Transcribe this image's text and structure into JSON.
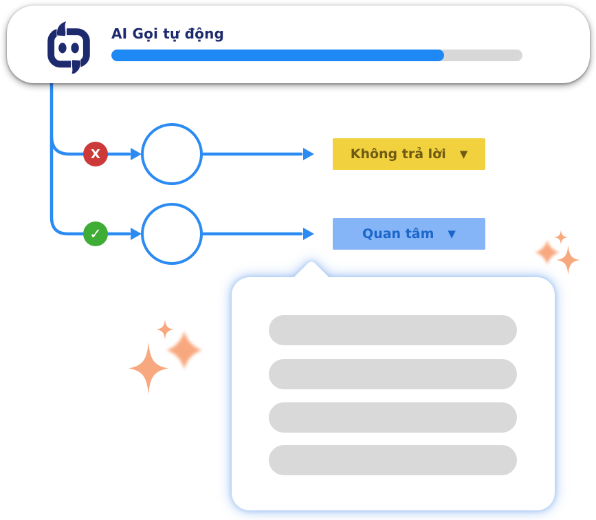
{
  "header": {
    "title": "AI Gọi tự động",
    "progress_percent": 81
  },
  "flow": {
    "rows": [
      {
        "badge": "x-icon",
        "badge_glyph": "X",
        "label": "Không trả lời",
        "dropdown_glyph": "▼"
      },
      {
        "badge": "check-icon",
        "badge_glyph": "✓",
        "label": "Quan tâm",
        "dropdown_glyph": "▼"
      }
    ]
  },
  "tooltip": {
    "placeholder_bar_count": 4
  },
  "theme": {
    "navy": "#1E2A6E",
    "line_blue": "#2B8BF2",
    "progress_blue": "#1E88F5",
    "track_gray": "#D8D8D8",
    "red": "#CB3A38",
    "green": "#3FAC35",
    "yellow_bg": "#F2D13F",
    "yellow_text": "#6E5A14",
    "blue_btn_bg": "#85B5F7",
    "blue_btn_text": "#1B66C9",
    "bar_gray": "#D9D9D9",
    "glow_blue": "#A9C9F2",
    "sparkle": "#F8A87E"
  }
}
